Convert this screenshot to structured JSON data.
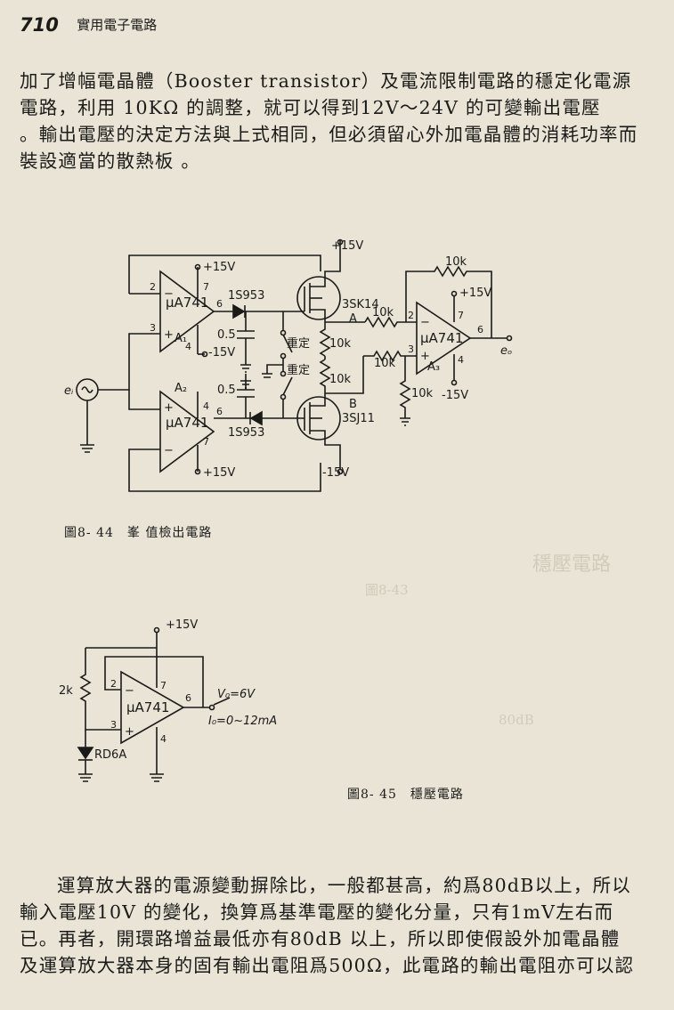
{
  "header": {
    "page_number": "710",
    "book_title": "實用電子電路"
  },
  "paragraph_top": [
    "加了增幅電晶體（Booster transistor）及電流限制電路的穩定化電源",
    "電路，利用 10KΩ 的調整，就可以得到12V～24V 的可變輸出電壓",
    "。輸出電壓的決定方法與上式相同，但必須留心外加電晶體的消耗功率而",
    "裝設適當的散熱板 。"
  ],
  "figure_44": {
    "caption": "圖8- 44　峯 值檢出電路",
    "labels": {
      "v15_top": "+15V",
      "v15_a1": "+15V",
      "ua741_a1": "μA741",
      "pin7_a1": "7",
      "pin6_a1": "6",
      "pin2_a1": "2",
      "pin3_a1": "3",
      "pin4_a1": "4",
      "minus_a1": "−",
      "plus_a1": "+",
      "name_a1": "A₁",
      "vm15_a1": "-15V",
      "diode1": "1S953",
      "q1": "3SK14",
      "node_a": "A",
      "r_10k_a": "10k",
      "reset1": "重定",
      "reset2": "重定",
      "r_10k_q1": "10k",
      "r_10k_q2": "10k",
      "cap1": "0.5",
      "cap2": "0.5",
      "ei": "eᵢ",
      "name_a2": "A₂",
      "ua741_a2": "μA741",
      "pin4_a2": "4",
      "pin6_a2": "6",
      "pin7_a2": "7",
      "plus_a2": "+",
      "minus_a2": "−",
      "diode2": "1S953",
      "v15_a2": "+15V",
      "q2": "3SJ11",
      "node_b": "B",
      "vm15_bot": "-15V",
      "r_fb": "10k",
      "v15_a3": "+15V",
      "pin2_a3": "2",
      "pin3_a3": "3",
      "pin7_a3": "7",
      "pin6_a3": "6",
      "pin4_a3": "4",
      "ua741_a3": "μA741",
      "name_a3": "A₃",
      "vm15_a3": "-15V",
      "r_10k_b": "10k",
      "r_10k_g": "10k",
      "eo": "eₒ",
      "minus_a3": "−",
      "plus_a3": "+"
    }
  },
  "figure_45": {
    "caption": "圖8- 45　穩壓電路",
    "labels": {
      "v15": "+15V",
      "r2k": "2k",
      "pin2": "2",
      "pin3": "3",
      "pin4": "4",
      "pin6": "6",
      "pin7": "7",
      "ua741": "μA741",
      "minus": "−",
      "plus": "+",
      "zener": "RD6A",
      "vo": "V₀=6V",
      "io": "I₀=0~12mA"
    }
  },
  "paragraph_bottom": [
    "運算放大器的電源變動摒除比，一般都甚高，約爲80dB以上，所以",
    "輸入電壓10V 的變化，換算爲基準電壓的變化分量，只有1mV左右而",
    "已。再者，開環路增益最低亦有80dB 以上，所以即使假設外加電晶體",
    "及運算放大器本身的固有輸出電阻爲500Ω，此電路的輸出電阻亦可以認"
  ],
  "bleed_through": [
    "穩壓電路",
    "圖8-43",
    "80dB"
  ]
}
